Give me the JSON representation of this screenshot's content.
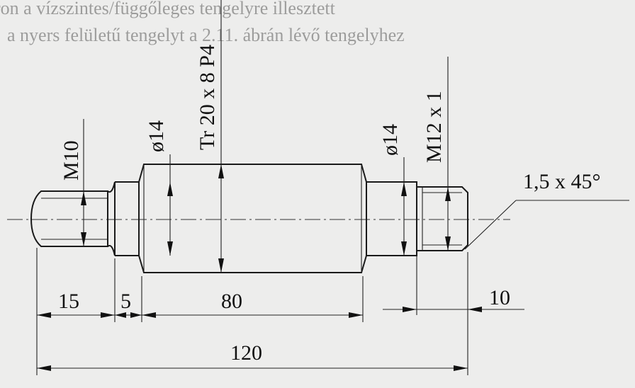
{
  "header": {
    "line1": "ron a vízszintes/függőleges tengelyre illesztett",
    "line2": "a nyers felületű tengelyt a 2.11. ábrán lévő tengelyhez"
  },
  "dimensions": {
    "len_15": "15",
    "len_5": "5",
    "len_80": "80",
    "len_10": "10",
    "len_total": "120"
  },
  "callouts": {
    "thread_m10": "M10",
    "dia_14_left": "ø14",
    "thread_tr": "Tr 20 x 8 P4",
    "dia_14_right": "ø14",
    "thread_m12": "M12 x 1",
    "chamfer": "1,5 x 45°"
  }
}
